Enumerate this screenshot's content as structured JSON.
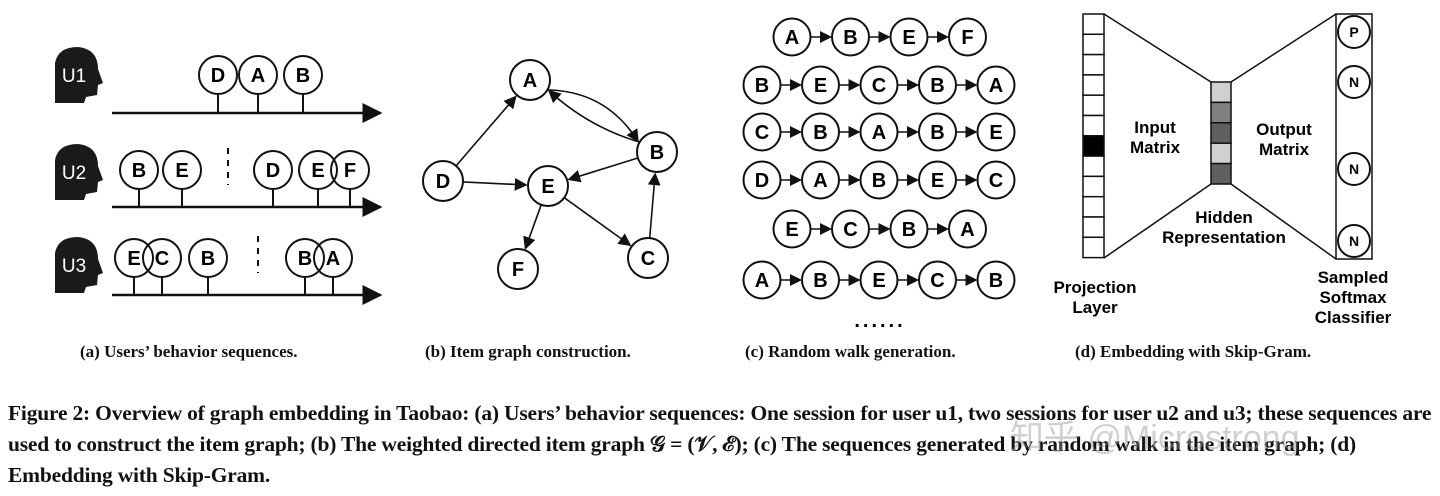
{
  "panel_a": {
    "users": [
      {
        "label": "U1",
        "sessions": [
          [
            "D",
            "A",
            "B"
          ]
        ]
      },
      {
        "label": "U2",
        "sessions": [
          [
            "B",
            "E"
          ],
          [
            "D",
            "E",
            "F"
          ]
        ]
      },
      {
        "label": "U3",
        "sessions": [
          [
            "E",
            "C",
            "B"
          ],
          [
            "B",
            "A"
          ]
        ]
      }
    ]
  },
  "panel_b": {
    "nodes": [
      "A",
      "B",
      "C",
      "D",
      "E",
      "F"
    ],
    "edges": [
      [
        "D",
        "A"
      ],
      [
        "A",
        "B"
      ],
      [
        "B",
        "A"
      ],
      [
        "D",
        "E"
      ],
      [
        "B",
        "E"
      ],
      [
        "E",
        "F"
      ],
      [
        "E",
        "C"
      ],
      [
        "C",
        "B"
      ]
    ]
  },
  "panel_c": {
    "walks": [
      [
        "A",
        "B",
        "E",
        "F"
      ],
      [
        "B",
        "E",
        "C",
        "B",
        "A"
      ],
      [
        "C",
        "B",
        "A",
        "B",
        "E"
      ],
      [
        "D",
        "A",
        "B",
        "E",
        "C"
      ],
      [
        "E",
        "C",
        "B",
        "A"
      ],
      [
        "A",
        "B",
        "E",
        "C",
        "B"
      ]
    ],
    "ellipsis": "......"
  },
  "panel_d": {
    "projection_label": [
      "Projection",
      "Layer"
    ],
    "input_label": [
      "Input",
      "Matrix"
    ],
    "output_label": [
      "Output",
      "Matrix"
    ],
    "hidden_label": [
      "Hidden",
      "Representation"
    ],
    "classifier_label": [
      "Sampled",
      "Softmax",
      "Classifier"
    ],
    "classifier_nodes": [
      "P",
      "N",
      "N",
      "N"
    ],
    "hidden_colors": [
      "#d0d0d0",
      "#808080",
      "#606060",
      "#d0d0d0",
      "#606060"
    ]
  },
  "subcaptions": {
    "a": "(a) Users’ behavior sequences.",
    "b": "(b) Item graph construction.",
    "c": "(c) Random walk generation.",
    "d": "(d) Embedding with Skip-Gram."
  },
  "caption": "Figure 2: Overview of graph embedding in Taobao: (a) Users’ behavior sequences: One session for user u1, two sessions for user u2 and u3; these sequences are used to construct the item graph; (b) The weighted directed item graph 𝒢 = (𝒱, ℰ); (c) The sequences generated by random walk in the item graph; (d) Embedding with Skip-Gram.",
  "watermark": "知乎 @Microstrong"
}
